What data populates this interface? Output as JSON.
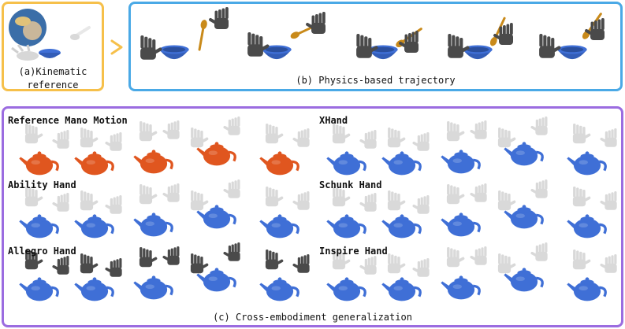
{
  "panels": {
    "a": {
      "caption_line1": "(a)Kinematic",
      "caption_line2": "reference"
    },
    "b": {
      "caption": "(b) Physics-based trajectory"
    },
    "c": {
      "caption": "(c) Cross-embodiment generalization"
    }
  },
  "rows": {
    "left": [
      "Reference Mano Motion",
      "Ability Hand",
      "Allegro Hand"
    ],
    "right": [
      "XHand",
      "Schunk Hand",
      "Inspire Hand"
    ]
  },
  "colors": {
    "panel_a_border": "#f6c04a",
    "panel_b_border": "#4aa9e6",
    "panel_c_border": "#9b6ce0",
    "teapot_reference": "#e0561f",
    "teapot_robot": "#3f6fd6",
    "bowl": "#3f6fd6",
    "spoon": "#c98a1a",
    "dark_hand": "#4a4a4a",
    "light_hand": "#d9d9d9"
  }
}
